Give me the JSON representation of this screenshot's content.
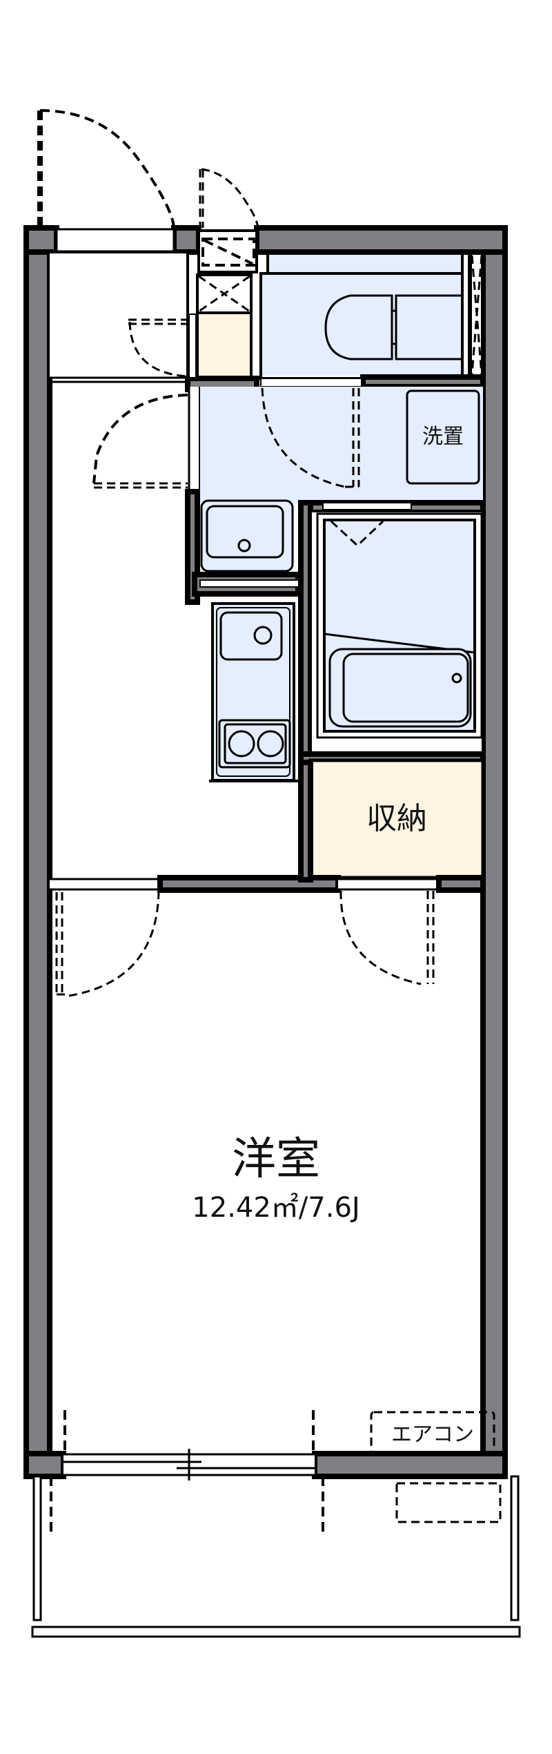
{
  "floor_plan": {
    "rooms": {
      "western_room": {
        "label": "洋室",
        "area": "12.42㎡/7.6J"
      },
      "storage": {
        "label": "収納"
      },
      "washer_space": {
        "label": "洗置"
      },
      "air_conditioner": {
        "label": "エアコン"
      }
    },
    "colors": {
      "wall": "#808084",
      "wet_area": "#e4eefc",
      "storage": "#fef4e2",
      "line": "#000000",
      "background": "#ffffff"
    }
  }
}
